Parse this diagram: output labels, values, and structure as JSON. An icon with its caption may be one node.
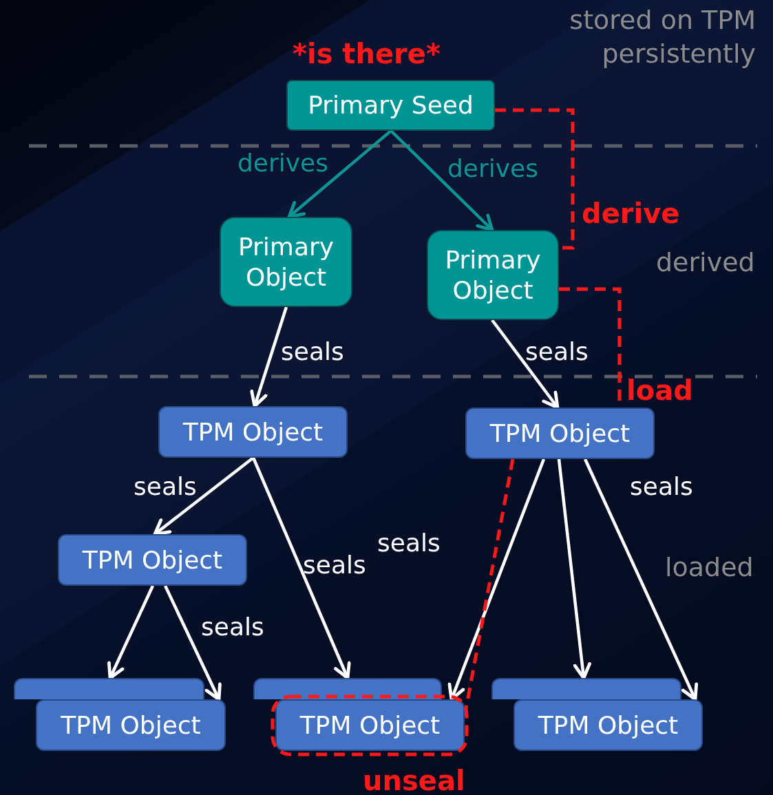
{
  "diagram": {
    "nodes": [
      {
        "text": [
          "Primary Seed"
        ]
      },
      {
        "text": [
          "Primary Object"
        ]
      },
      {
        "text": [
          "Primary Object"
        ]
      },
      {
        "text": [
          "TPM Object"
        ]
      },
      {
        "text": [
          "TPM Object"
        ]
      },
      {
        "text": [
          "TPM Object"
        ]
      },
      {
        "text": [],
        "shape": "box"
      },
      {
        "text": [
          "TPM Object"
        ]
      },
      {
        "text": [],
        "shape": "box"
      },
      {
        "text": [
          "TPM Object"
        ]
      },
      {
        "text": [],
        "shape": "box"
      },
      {
        "text": [
          "TPM Object"
        ]
      }
    ],
    "edges": [
      {
        "from": 0,
        "to": 1,
        "arrow": "to",
        "label": "derives",
        "color": "#0e9494"
      },
      {
        "from": 0,
        "to": 2,
        "arrow": "to",
        "label": "derives",
        "color": "#0e9494"
      },
      {
        "from": 1,
        "to": 3,
        "arrow": "to",
        "label": "seals"
      },
      {
        "from": 2,
        "to": 4,
        "arrow": "to",
        "label": "seals"
      },
      {
        "from": 3,
        "to": 5,
        "arrow": "to",
        "label": "seals"
      },
      {
        "from": 3,
        "to": 8,
        "arrow": "to",
        "label": "seals"
      },
      {
        "from": 5,
        "to": 6,
        "arrow": "to"
      },
      {
        "from": 5,
        "to": 7,
        "arrow": "to",
        "label": "seals"
      },
      {
        "from": 4,
        "to": 9,
        "arrow": "to",
        "label": "seals"
      },
      {
        "from": 4,
        "to": 10,
        "arrow": "to",
        "label": "seals"
      },
      {
        "from": 4,
        "to": 11,
        "arrow": "to"
      },
      {
        "from": 0,
        "to": 2,
        "arrow": "none",
        "style": "dashed",
        "color": "#ff1a1a"
      },
      {
        "from": 2,
        "to": 4,
        "arrow": "none",
        "style": "dashed",
        "color": "#ff1a1a"
      },
      {
        "from": 4,
        "to": 9,
        "arrow": "none",
        "style": "dashed",
        "color": "#ff1a1a"
      }
    ],
    "labels": [
      "stored on TPM persistently",
      "*is there*",
      "derive",
      "derived",
      "load",
      "loaded",
      "unseal"
    ]
  }
}
